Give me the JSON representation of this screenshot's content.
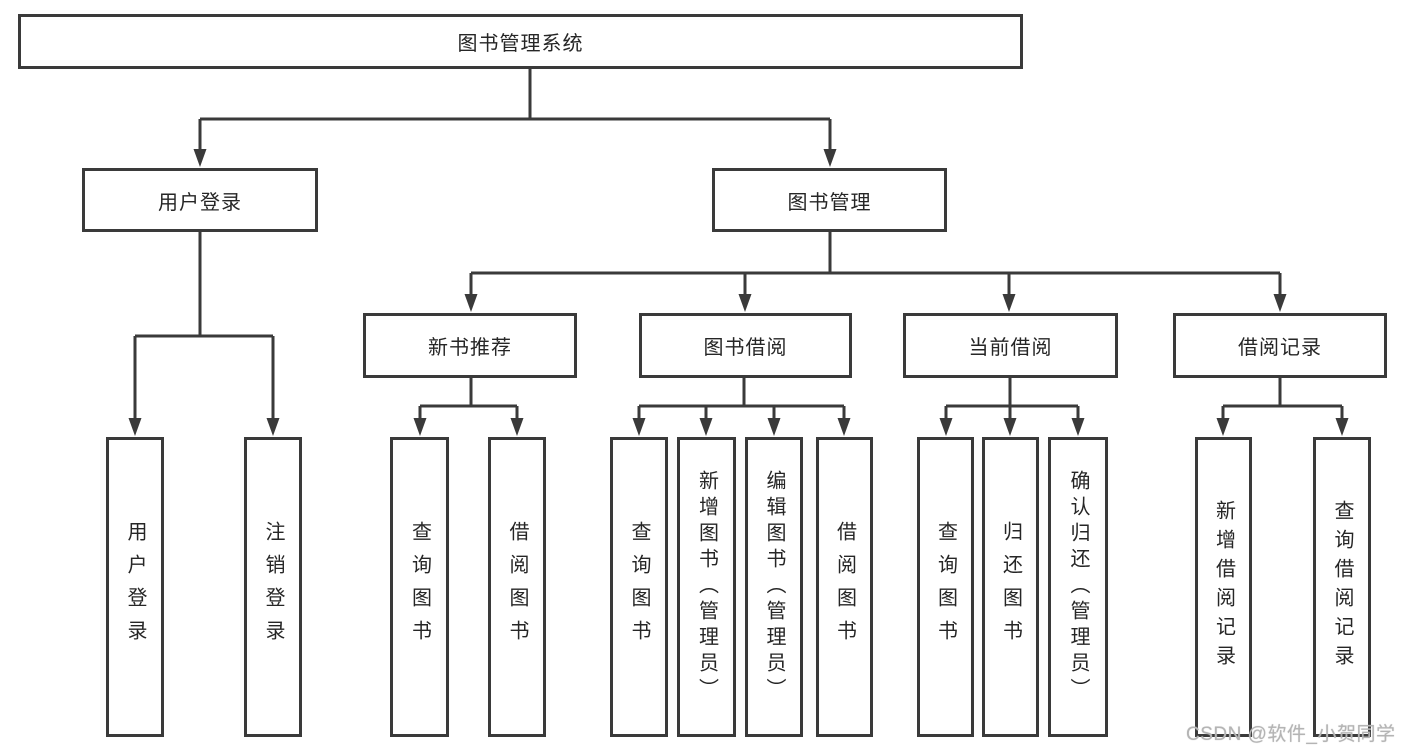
{
  "diagram": {
    "title": "图书管理系统",
    "root": "图书管理系统",
    "branches": [
      {
        "label": "用户登录",
        "children": [
          {
            "label": "用户登录"
          },
          {
            "label": "注销登录"
          }
        ]
      },
      {
        "label": "图书管理",
        "children": [
          {
            "label": "新书推荐",
            "children": [
              {
                "label": "查询图书"
              },
              {
                "label": "借阅图书"
              }
            ]
          },
          {
            "label": "图书借阅",
            "children": [
              {
                "label": "查询图书"
              },
              {
                "label": "新增图书（管理员）"
              },
              {
                "label": "编辑图书（管理员）"
              },
              {
                "label": "借阅图书"
              }
            ]
          },
          {
            "label": "当前借阅",
            "children": [
              {
                "label": "查询图书"
              },
              {
                "label": "归还图书"
              },
              {
                "label": "确认归还（管理员）"
              }
            ]
          },
          {
            "label": "借阅记录",
            "children": [
              {
                "label": "新增借阅记录"
              },
              {
                "label": "查询借阅记录"
              }
            ]
          }
        ]
      }
    ],
    "watermark": "CSDN @软件_小贺同学"
  },
  "colors": {
    "line": "#3a3a3a",
    "box_border": "#3a3a3a",
    "box_background": "#ffffff",
    "text": "#262626",
    "watermark": "#b4b4b4",
    "page_background": "#ffffff"
  }
}
